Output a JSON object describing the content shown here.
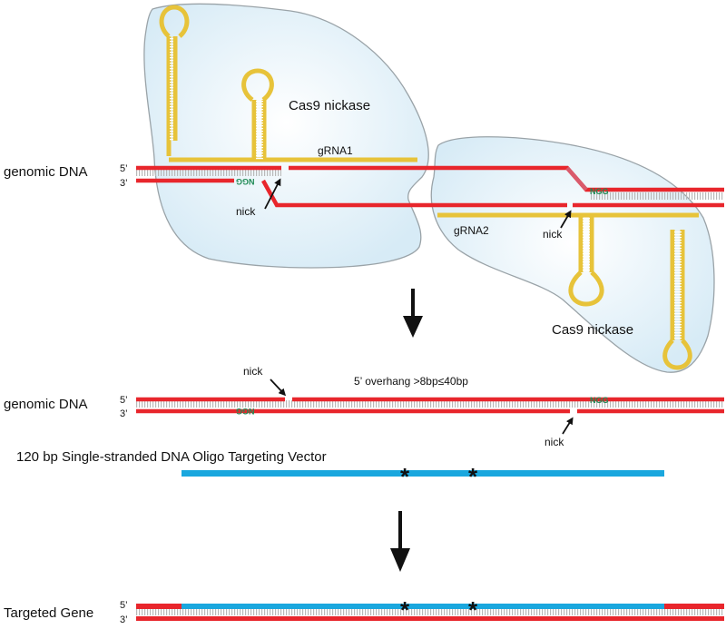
{
  "labels": {
    "genomic_dna_1": "genomic DNA",
    "genomic_dna_2": "genomic DNA",
    "targeted_gene": "Targeted Gene",
    "cas9_top": "Cas9 nickase",
    "cas9_bottom": "Cas9 nickase",
    "grna1": "gRNA1",
    "grna2": "gRNA2",
    "nick_1": "nick",
    "nick_2": "nick",
    "nick_3": "nick",
    "nick_4": "nick",
    "overhang": "5’ overhang >8bp≤40bp",
    "oligo": "120 bp Single-stranded DNA Oligo Targeting Vector",
    "five_prime_1": "5’",
    "three_prime_1": "3’",
    "five_prime_2": "5’",
    "three_prime_2": "3’",
    "five_prime_3": "5’",
    "three_prime_3": "3’",
    "ngg_1": "NGG",
    "ngg_2": "NGG",
    "ngg_3": "NGG",
    "ngg_4": "NGG",
    "mutation_mark": "*"
  },
  "colors": {
    "dna": "#e8262c",
    "dna_light": "#d95a6c",
    "grna": "#e7c33a",
    "oligo": "#1aa7de",
    "cas9_fill": "#e4f2fa",
    "cas9_stroke": "#9aa3a8",
    "pam": "#1e8a55",
    "arrow": "#111111"
  }
}
